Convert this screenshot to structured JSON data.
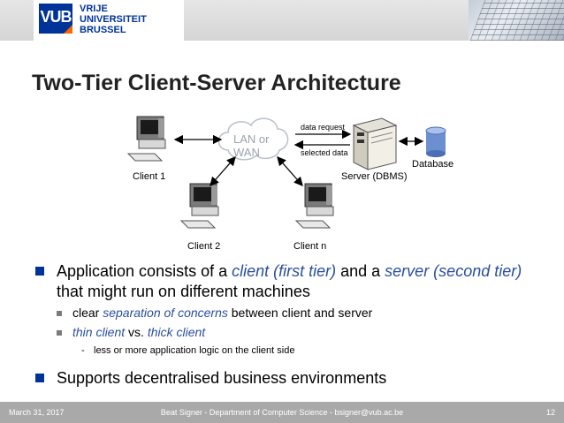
{
  "header": {
    "logo_mark": "VUB",
    "logo_lines": [
      "VRIJE",
      "UNIVERSITEIT",
      "BRUSSEL"
    ]
  },
  "slide": {
    "title": "Two-Tier Client-Server Architecture"
  },
  "diagram": {
    "cloud_lines": [
      "LAN or",
      "WAN"
    ],
    "arrow_top_label": "data request",
    "arrow_bottom_label": "selected data",
    "client1": "Client 1",
    "client2": "Client 2",
    "clientn": "Client n",
    "server": "Server (DBMS)",
    "database": "Database"
  },
  "bullets": {
    "b1_part1": "Application consists of a ",
    "b1_em1": "client (first tier)",
    "b1_part2": " and a ",
    "b1_em2": "server (second tier)",
    "b1_part3": " that might run on different machines",
    "sub1_part1": "clear ",
    "sub1_em": "separation of concerns",
    "sub1_part2": " between client and server",
    "sub2_em1": "thin client",
    "sub2_part": " vs. ",
    "sub2_em2": "thick client",
    "sub3_dash": "-",
    "sub3_text": "less or more application logic on the client side",
    "b2_text": "Supports decentralised business environments"
  },
  "footer": {
    "date": "March 31, 2017",
    "author": "Beat Signer - Department of Computer Science - bsigner@vub.ac.be",
    "page": "12"
  },
  "colors": {
    "accent_blue": "#003399",
    "emphasis_blue": "#2a4e9e",
    "footer_gray": "#a9a9a9"
  },
  "icons": [
    "computer-icon",
    "server-icon",
    "database-icon",
    "cloud-icon",
    "square-bullet-icon"
  ]
}
